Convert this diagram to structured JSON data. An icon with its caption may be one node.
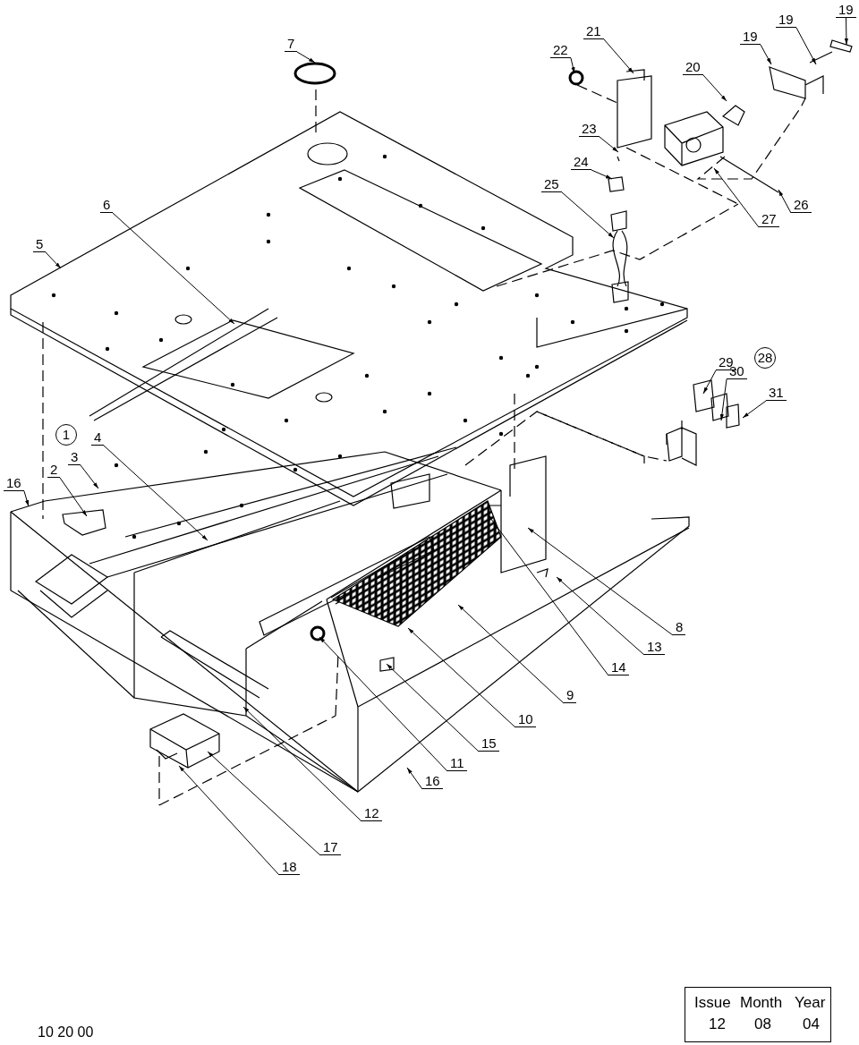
{
  "diagram": {
    "nodes": [
      {
        "text": [
          "19"
        ]
      },
      {
        "text": [
          "21"
        ]
      },
      {
        "text": [
          "19"
        ]
      },
      {
        "text": [
          "19"
        ]
      },
      {
        "text": [
          "7"
        ]
      },
      {
        "text": [
          "22"
        ]
      },
      {
        "text": [
          "20"
        ]
      },
      {
        "text": [
          "23"
        ]
      },
      {
        "text": [
          "24"
        ]
      },
      {
        "text": [
          "25"
        ]
      },
      {
        "text": [
          "6"
        ]
      },
      {
        "text": [
          "26"
        ]
      },
      {
        "text": [
          "27"
        ]
      },
      {
        "text": [
          "5"
        ]
      },
      {
        "text": [
          "29"
        ]
      },
      {
        "text": [
          "30"
        ]
      },
      {
        "text": [
          "31"
        ]
      },
      {
        "text": [
          "4"
        ]
      },
      {
        "text": [
          "3"
        ]
      },
      {
        "text": [
          "2"
        ]
      },
      {
        "text": [
          "16"
        ]
      },
      {
        "text": [
          "8"
        ]
      },
      {
        "text": [
          "13"
        ]
      },
      {
        "text": [
          "14"
        ]
      },
      {
        "text": [
          "9"
        ]
      },
      {
        "text": [
          "10"
        ]
      },
      {
        "text": [
          "15"
        ]
      },
      {
        "text": [
          "11"
        ]
      },
      {
        "text": [
          "16"
        ]
      },
      {
        "text": [
          "12"
        ]
      },
      {
        "text": [
          "17"
        ]
      },
      {
        "text": [
          "18"
        ]
      }
    ],
    "edges": [
      {
        "from": 0,
        "to": null,
        "arrow": "to"
      },
      {
        "from": 1,
        "to": null,
        "arrow": "to"
      },
      {
        "from": 2,
        "to": null,
        "arrow": "to"
      },
      {
        "from": 3,
        "to": null,
        "arrow": "to"
      },
      {
        "from": 4,
        "to": null,
        "arrow": "to"
      },
      {
        "from": 5,
        "to": null,
        "arrow": "to"
      },
      {
        "from": 6,
        "to": null,
        "arrow": "to"
      },
      {
        "from": 7,
        "to": null,
        "arrow": "to"
      },
      {
        "from": 8,
        "to": null,
        "arrow": "to"
      },
      {
        "from": 9,
        "to": null,
        "arrow": "to"
      },
      {
        "from": 10,
        "to": null,
        "arrow": "to"
      },
      {
        "from": 11,
        "to": null,
        "arrow": "to"
      },
      {
        "from": 12,
        "to": null,
        "arrow": "to"
      },
      {
        "from": 13,
        "to": null,
        "arrow": "to"
      },
      {
        "from": 14,
        "to": null,
        "arrow": "to"
      },
      {
        "from": 15,
        "to": null,
        "arrow": "to"
      },
      {
        "from": 16,
        "to": null,
        "arrow": "to"
      },
      {
        "from": 17,
        "to": null,
        "arrow": "to"
      },
      {
        "from": 18,
        "to": null,
        "arrow": "to"
      },
      {
        "from": 19,
        "to": null,
        "arrow": "to"
      },
      {
        "from": 20,
        "to": null,
        "arrow": "to"
      },
      {
        "from": 21,
        "to": null,
        "arrow": "to"
      },
      {
        "from": 22,
        "to": null,
        "arrow": "to"
      },
      {
        "from": 23,
        "to": null,
        "arrow": "to"
      },
      {
        "from": 24,
        "to": null,
        "arrow": "to"
      },
      {
        "from": 25,
        "to": null,
        "arrow": "to"
      },
      {
        "from": 26,
        "to": null,
        "arrow": "to"
      },
      {
        "from": 27,
        "to": null,
        "arrow": "to"
      },
      {
        "from": 28,
        "to": null,
        "arrow": "to"
      },
      {
        "from": 29,
        "to": null,
        "arrow": "to"
      },
      {
        "from": 30,
        "to": null,
        "arrow": "to"
      },
      {
        "from": 31,
        "to": null,
        "arrow": "to"
      }
    ],
    "labels": [
      "28",
      "1",
      "Issue",
      "Month",
      "Year",
      "12",
      "08",
      "04",
      "10 20 00"
    ]
  }
}
